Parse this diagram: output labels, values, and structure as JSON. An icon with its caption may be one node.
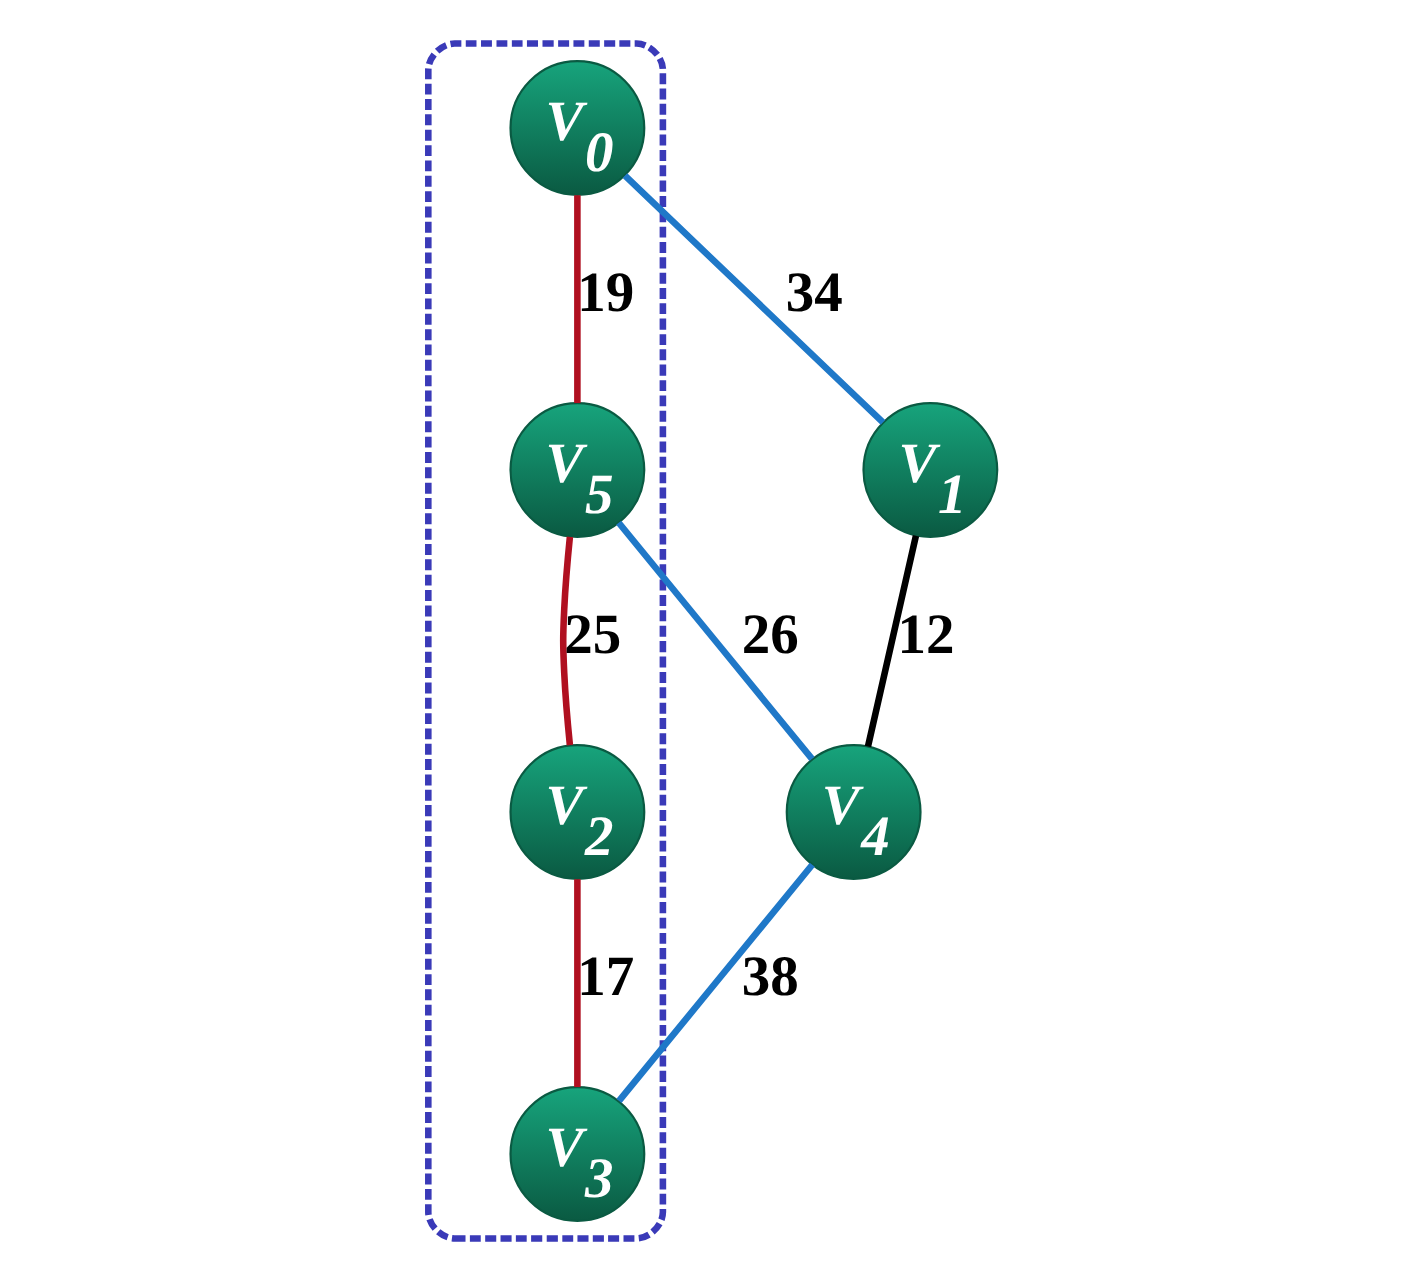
{
  "diagram": {
    "nodes": [
      {
        "text": [],
        "shape": "ellipse"
      },
      {
        "text": [
          "V$_{1}$"
        ]
      },
      {
        "text": [
          "V$_{0}$"
        ],
        "in": 0
      },
      {
        "text": [
          "V$_{4}$"
        ]
      },
      {
        "text": [
          "V$_{5}$"
        ],
        "in": 0
      },
      {
        "text": [
          "V$_{2}$"
        ],
        "in": 0
      },
      {
        "text": [
          "V$_{3}$"
        ],
        "in": 0
      }
    ],
    "edges": [
      {
        "from": 2,
        "to": 1,
        "arrow": "none",
        "label": "34",
        "color": "#1f78c8"
      },
      {
        "from": 1,
        "to": 3,
        "arrow": "none",
        "label": "12",
        "color": "#000000"
      },
      {
        "from": 2,
        "to": 4,
        "arrow": "none",
        "label": "19",
        "color": "#b01020"
      },
      {
        "from": 4,
        "to": 3,
        "arrow": "none",
        "label": "26",
        "color": "#1f78c8"
      },
      {
        "from": 4,
        "to": 5,
        "arrow": "none",
        "label": "25",
        "color": "#b01020"
      },
      {
        "from": 5,
        "to": 6,
        "arrow": "none",
        "label": "17",
        "color": "#b01020"
      },
      {
        "from": 3,
        "to": 6,
        "arrow": "none",
        "label": "38",
        "color": "#1f78c8"
      }
    ]
  }
}
